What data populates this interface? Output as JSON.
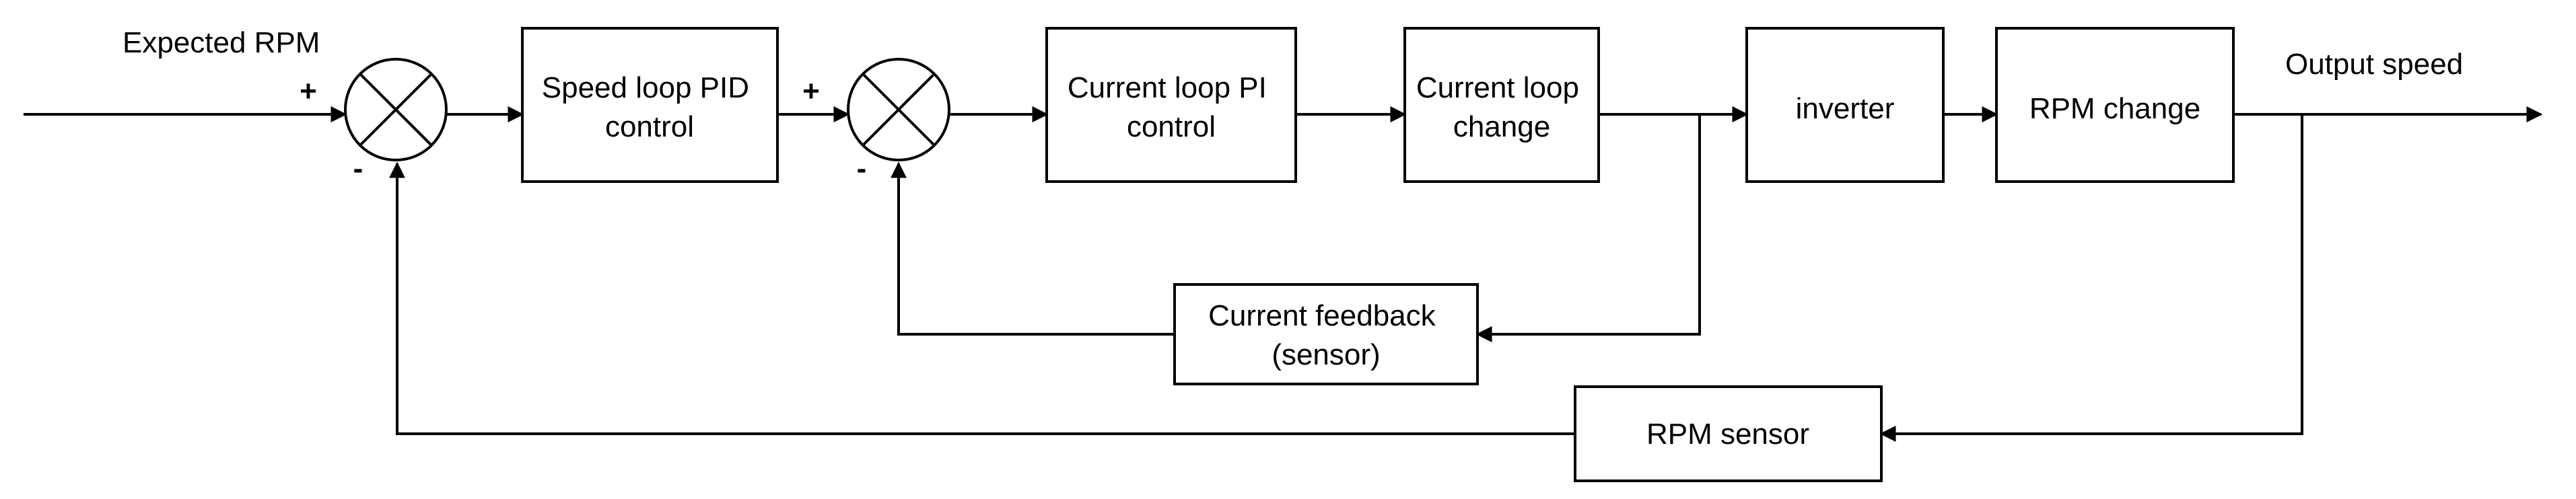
{
  "input_label": "Expected RPM",
  "output_label": "Output speed",
  "blocks": {
    "speed_pid": [
      "Speed loop PID",
      "control"
    ],
    "current_pi": [
      "Current loop PI",
      "control"
    ],
    "current_change": [
      "Current loop",
      "change"
    ],
    "inverter": [
      "inverter"
    ],
    "rpm_change": [
      "RPM change"
    ],
    "current_feedback": [
      "Current feedback",
      "(sensor)"
    ],
    "rpm_sensor": [
      "RPM sensor"
    ]
  },
  "summing_junction_1": {
    "plus": "+",
    "minus": "-"
  },
  "summing_junction_2": {
    "plus": "+",
    "minus": "-"
  }
}
